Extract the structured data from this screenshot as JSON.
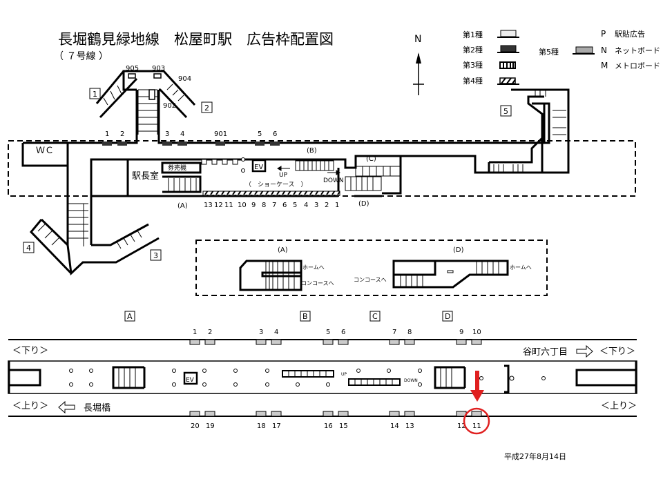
{
  "title": "長堀鶴見緑地線　松屋町駅　広告枠配置図",
  "subtitle": "（ ７号線 ）",
  "north": "N",
  "legend": {
    "types": [
      "第1種",
      "第2種",
      "第3種",
      "第4種"
    ],
    "type5": "第5種",
    "codes": [
      {
        "code": "P",
        "label": "駅貼広告"
      },
      {
        "code": "N",
        "label": "ネットボード"
      },
      {
        "code": "M",
        "label": "メトロボード"
      }
    ]
  },
  "exits": [
    "1",
    "2",
    "3",
    "4",
    "5"
  ],
  "concourse": {
    "top_slots": [
      "1",
      "2",
      "3",
      "4",
      "901",
      "5",
      "6"
    ],
    "stair_slots": [
      "905",
      "903",
      "904",
      "902"
    ],
    "wc": "ＷＣ",
    "station_office": "駅長室",
    "ticket_machine": "券売機",
    "ev": "EV",
    "up": "UP",
    "down": "DOWN",
    "showcase": "（　ショーケース　）",
    "showcase_slots": [
      "13",
      "12",
      "11",
      "10",
      "9",
      "8",
      "7",
      "6",
      "5",
      "4",
      "3",
      "2",
      "1"
    ],
    "labels": [
      "(A)",
      "(B)",
      "(C)",
      "(D)"
    ]
  },
  "detail": {
    "a_label": "(A)",
    "d_label": "(D)",
    "to_platform": "ホームへ",
    "to_concourse": "コンコースへ"
  },
  "platform": {
    "section_labels": [
      "A",
      "B",
      "C",
      "D"
    ],
    "top_slots": [
      "1",
      "2",
      "3",
      "4",
      "5",
      "6",
      "7",
      "8",
      "9",
      "10"
    ],
    "bottom_slots": [
      "20",
      "19",
      "18",
      "17",
      "16",
      "15",
      "14",
      "13",
      "12",
      "11"
    ],
    "down_label": "＜下り＞",
    "up_label": "＜上り＞",
    "down_dest": "谷町六丁目",
    "up_dest": "長堀橋",
    "ev": "EV",
    "up": "UP",
    "down": "DOWN",
    "highlight_slot": "11",
    "highlight_color": "#e02020"
  },
  "date": "平成27年8月14日"
}
